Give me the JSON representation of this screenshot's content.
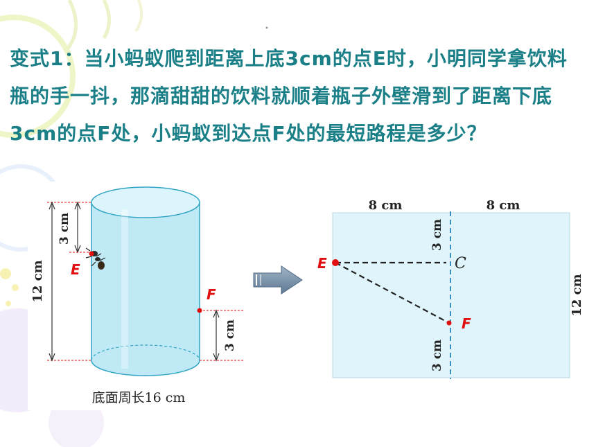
{
  "question": {
    "text": "变式1：当小蚂蚁爬到距离上底3cm的点E时，小明同学拿饮料瓶的手一抖，那滴甜甜的饮料就顺着瓶子外壁滑到了距离下底3cm的点F处，小蚂蚁到达点F处的最短路程是多少？"
  },
  "cylinder_figure": {
    "height_label": "12 cm",
    "top_gap_label": "3 cm",
    "bottom_gap_label": "3 cm",
    "point_e": "E",
    "point_f": "F",
    "caption": "底面周长16 cm"
  },
  "unfolded_figure": {
    "left_width_label": "8 cm",
    "right_width_label": "8 cm",
    "upper_gap_label": "3 cm",
    "lower_gap_label": "3 cm",
    "height_label": "12 cm",
    "point_e": "E",
    "point_c": "C",
    "point_f": "F"
  },
  "colors": {
    "title_text": "#1a7f86",
    "point_red": "#e01010",
    "cylinder_fill": "#bfe9f5",
    "rect_fill": "#dff4fb",
    "arrow_fill": "#7d95ad"
  }
}
